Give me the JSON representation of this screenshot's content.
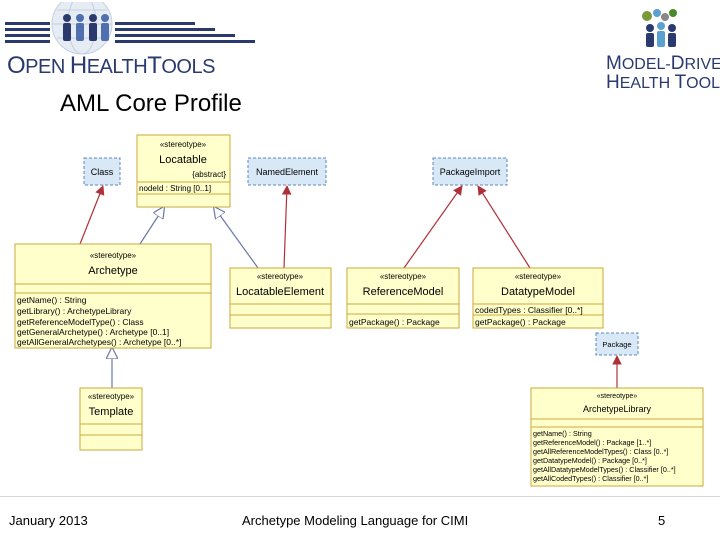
{
  "header": {
    "left_logo": {
      "line1_first": "O",
      "line1_rest": "PEN ",
      "line1_h": "H",
      "line1_mid": "EALTH",
      "line1_t": "T",
      "line1_end": "OOLS"
    },
    "right_logo": {
      "line1_m": "M",
      "line1_rest": "ODEL-",
      "line1_d": "D",
      "line1_end": "RIVEN",
      "line2_h": "H",
      "line2_rest": "EALTH ",
      "line2_t": "T",
      "line2_end": "OOLS"
    }
  },
  "slide": {
    "title": "AML Core Profile"
  },
  "diagram": {
    "class_box": {
      "name": "Class"
    },
    "locatable": {
      "stereotype": "«stereotype»",
      "name": "Locatable",
      "note": "{abstract}",
      "attr": "nodeId : String [0..1]"
    },
    "named_element": {
      "name": "NamedElement"
    },
    "package_import": {
      "name": "PackageImport"
    },
    "archetype": {
      "stereotype": "«stereotype»",
      "name": "Archetype",
      "ops": [
        "getName() : String",
        "getLibrary() : ArchetypeLibrary",
        "getReferenceModelType() : Class",
        "getGeneralArchetype() : Archetype [0..1]",
        "getAllGeneralArchetypes() : Archetype [0..*]"
      ]
    },
    "locatable_element": {
      "stereotype": "«stereotype»",
      "name": "LocatableElement"
    },
    "reference_model": {
      "stereotype": "«stereotype»",
      "name": "ReferenceModel",
      "op": "getPackage() : Package"
    },
    "datatype_model": {
      "stereotype": "«stereotype»",
      "name": "DatatypeModel",
      "attr": "codedTypes : Classifier [0..*]",
      "op": "getPackage() : Package"
    },
    "package_box": {
      "name": "Package"
    },
    "template": {
      "stereotype": "«stereotype»",
      "name": "Template"
    },
    "archetype_library": {
      "stereotype": "«stereotype»",
      "name": "ArchetypeLibrary",
      "ops": [
        "getName() : String",
        "getReferenceModel() : Package [1..*]",
        "getAllReferenceModelTypes() : Class [0..*]",
        "getDatatypeModel() : Package [0..*]",
        "getAllDatatypeModelTypes() : Classifier [0..*]",
        "getAllCodedTypes() : Classifier [0..*]"
      ]
    }
  },
  "footer": {
    "date": "January 2013",
    "center": "Archetype Modeling Language for CIMI",
    "page": "5"
  },
  "colors": {
    "uml_fill": "#ffffcc",
    "uml_border": "#c9a93a",
    "meta_fill": "#d9e8f7",
    "meta_border": "#5a88b8",
    "generalization": "#6a76a8",
    "extension": "#b0303a",
    "logo_blue": "#2a3a6e"
  }
}
